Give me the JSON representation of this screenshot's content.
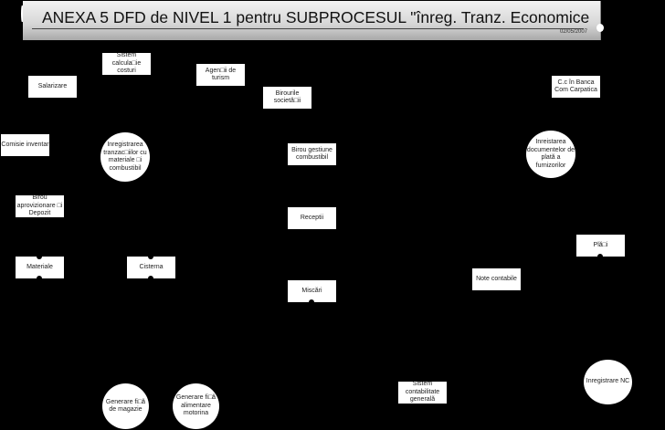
{
  "header": {
    "title": "ANEXA 5 DFD de NIVEL 1 pentru SUBPROCESUL \"înreg. Tranz. Economice",
    "date": "02/05/2007"
  },
  "entities": [
    {
      "id": "sistem-calcul-costuri",
      "label": "Sistem calcula□ie costuri"
    },
    {
      "id": "salarizare",
      "label": "Salarizare"
    },
    {
      "id": "agentii-turism",
      "label": "Agen□ii de turism"
    },
    {
      "id": "birourile-societatii",
      "label": "Birourile societă□ii"
    },
    {
      "id": "comisie-inventar",
      "label": "Comisie inventar"
    },
    {
      "id": "birou-gestiune-combustibil",
      "label": "Birou gestiune combustibil"
    },
    {
      "id": "cc-banca",
      "label": "C.c în Banca Com Carpatica"
    },
    {
      "id": "birou-aprovizionare",
      "label": "Birou aprovizionare □i Depozit"
    },
    {
      "id": "sistem-contabilitate",
      "label": "Sistem contabilitate generală"
    }
  ],
  "stores": [
    {
      "id": "receptii",
      "label": "Receptii"
    },
    {
      "id": "materiale",
      "label": "Materiale"
    },
    {
      "id": "cisterna",
      "label": "Cisterna"
    },
    {
      "id": "miscari",
      "label": "Miscări"
    },
    {
      "id": "plati",
      "label": "Plă□i"
    },
    {
      "id": "note-contabile",
      "label": "Note contabile"
    }
  ],
  "processes": [
    {
      "id": "inregistrarea-tranzactiilor",
      "label": "Inregistrarea tranzac□iilor cu materiale □i combustibil"
    },
    {
      "id": "inregistrarea-plati",
      "label": "Inreistarea documentelor de plată a furnizorilor"
    },
    {
      "id": "generare-fisa-magazie",
      "label": "Generare fi□ă de magazie"
    },
    {
      "id": "generare-fisa-motorina",
      "label": "Generare fi□ă alimentare motorina"
    },
    {
      "id": "inregistrare-nc",
      "label": "Inregistrare NC"
    }
  ]
}
